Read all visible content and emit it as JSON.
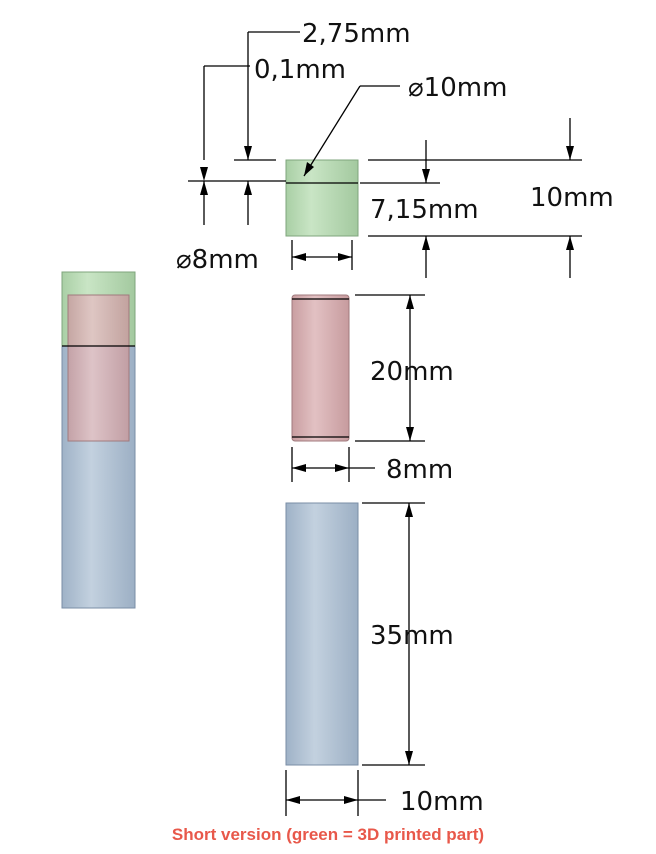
{
  "colors": {
    "printed_part": "#b7d8b3",
    "pin": "#d7b0b2",
    "rod": "#b3c4d6",
    "caption": "#e8584a"
  },
  "dimensions": {
    "offset_outer": "2,75mm",
    "offset_inner": "0,1mm",
    "cap_diameter": "⌀10mm",
    "cap_bore_diameter": "⌀8mm",
    "cap_bore_depth": "7,15mm",
    "cap_height": "10mm",
    "pin_length": "20mm",
    "pin_width": "8mm",
    "rod_length": "35mm",
    "rod_width": "10mm"
  },
  "caption": "Short version (green = 3D printed part)"
}
